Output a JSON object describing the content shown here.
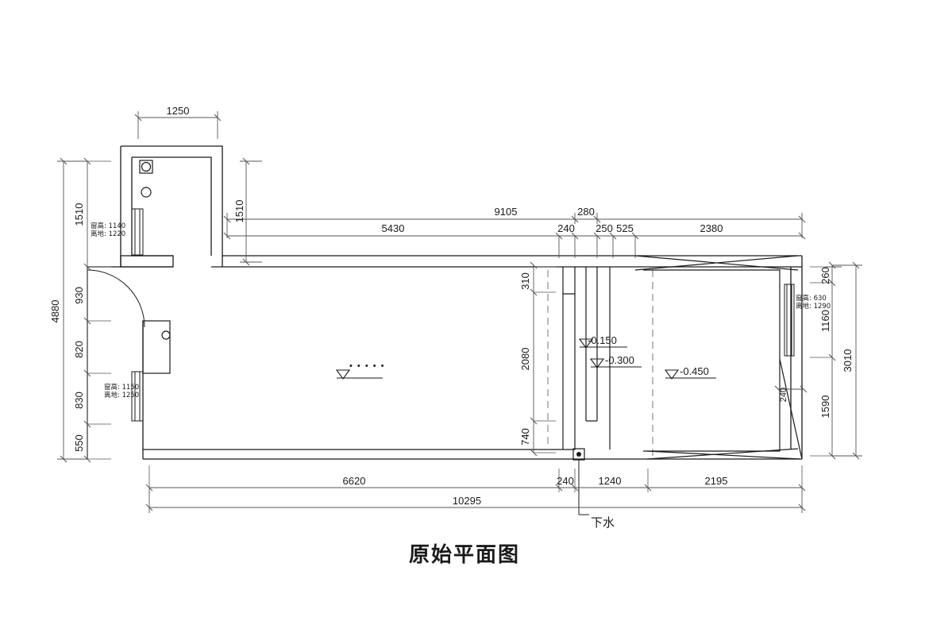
{
  "drawing": {
    "title": "原始平面图",
    "type": "architectural-floor-plan"
  },
  "dimensions": {
    "top_upper_chain": [
      {
        "label": "9105"
      },
      {
        "label": "280"
      }
    ],
    "top_lower_chain": [
      {
        "label": "5430"
      },
      {
        "label": "240"
      },
      {
        "label": "250"
      },
      {
        "label": "525"
      },
      {
        "label": "2380"
      }
    ],
    "top_left_chain": [
      {
        "label": "1250"
      },
      {
        "label": "1510"
      }
    ],
    "left_chain": [
      {
        "label": "1510"
      },
      {
        "label": "930"
      },
      {
        "label": "820"
      },
      {
        "label": "830"
      },
      {
        "label": "550"
      }
    ],
    "left_overall": "4880",
    "right_chain": [
      {
        "label": "260"
      },
      {
        "label": "1160"
      },
      {
        "label": "1590"
      }
    ],
    "right_overall": "3010",
    "interior_chain": [
      {
        "label": "310"
      },
      {
        "label": "2080"
      },
      {
        "label": "740"
      }
    ],
    "bottom_chain": [
      {
        "label": "6620"
      },
      {
        "label": "240"
      },
      {
        "label": "1240"
      },
      {
        "label": "2195"
      }
    ],
    "bottom_overall": "10295",
    "misc": [
      {
        "label": "240"
      }
    ]
  },
  "elevations": [
    {
      "label": "-0.150"
    },
    {
      "label": "-0.300"
    },
    {
      "label": "-0.450"
    },
    {
      "label": "•  •  •  •  •"
    }
  ],
  "annotations": {
    "window_kitchen": {
      "line1": "窗高: 1140",
      "line2": "离地: 1220"
    },
    "window_left_lower": {
      "line1": "窗高: 1150",
      "line2": "离地: 1250"
    },
    "window_right": {
      "line1": "窗高: 630",
      "line2": "离地: 1290"
    },
    "drain_label": "下水"
  },
  "colors": {
    "line": "#1a1a1a",
    "dim": "#555555",
    "background": "#ffffff"
  }
}
